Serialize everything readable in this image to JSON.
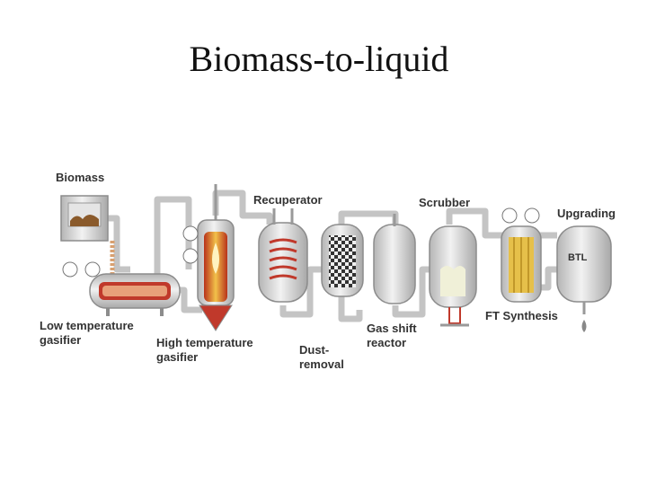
{
  "title": "Biomass-to-liquid",
  "labels": {
    "biomass": "Biomass",
    "low_temp_line1": "Low temperature",
    "low_temp_line2": "gasifier",
    "high_temp_line1": "High temperature",
    "high_temp_line2": "gasifier",
    "recuperator": "Recuperator",
    "dust_line1": "Dust-",
    "dust_line2": "removal",
    "gas_shift_line1": "Gas shift",
    "gas_shift_line2": "reactor",
    "scrubber": "Scrubber",
    "ft_synthesis": "FT Synthesis",
    "upgrading": "Upgrading",
    "btl": "BTL"
  },
  "colors": {
    "pipe": "#c9c9c9",
    "vessel": "#d4d4d4",
    "flame": "#e8a020",
    "hot": "#c0392b",
    "biomass_fill": "#8a5a2b",
    "checker": "#3a3a3a",
    "ft_tubes": "#e6c04a"
  }
}
